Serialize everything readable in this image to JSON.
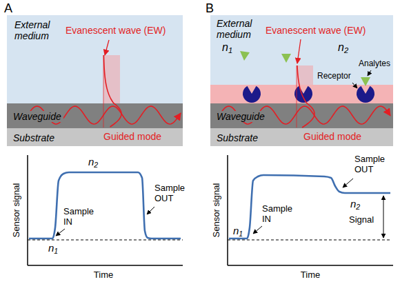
{
  "diagram": {
    "nodes": [
      {
        "text": [
          "External medium"
        ]
      },
      {
        "text": [
          "Waveguide"
        ]
      },
      {
        "text": [
          "Substrate"
        ]
      },
      {
        "text": [
          "External medium"
        ]
      },
      {
        "text": [
          "Waveguide"
        ]
      },
      {
        "text": [
          "Substrate"
        ]
      }
    ],
    "labels": [
      "A",
      "Evanescent wave (EW)",
      "Guided mode",
      "B",
      "n1",
      "Evanescent wave (EW)",
      "n2",
      "Receptor",
      "Analytes",
      "Guided mode",
      "n2",
      "Sensor signal",
      "Sample IN",
      "Sample OUT",
      "n1",
      "Time",
      "Sensor signal",
      "Sample OUT",
      "n2",
      "Signal",
      "Sample IN",
      "n1",
      "Time"
    ]
  }
}
